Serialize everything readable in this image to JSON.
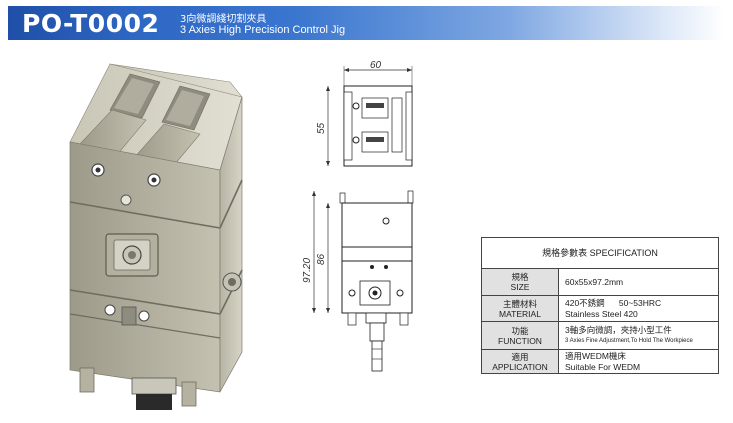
{
  "header": {
    "code": "PO-T0002",
    "title_cn": "3向微調綫切割夾具",
    "title_en": "3 Axies High Precision Control Jig"
  },
  "drawing": {
    "width_label": "60",
    "depth_label": "55",
    "height_label": "97.20",
    "body_height_label": "86"
  },
  "spec": {
    "title": "規格參數表  SPECIFICATION",
    "rows": [
      {
        "label_cn": "規格",
        "label_en": "SIZE",
        "value": "60x55x97.2mm"
      },
      {
        "label_cn": "主體材料",
        "label_en": "MATERIAL",
        "value_cn": "420不銹鋼      50~53HRC",
        "value_en": "Stainless Steel 420"
      },
      {
        "label_cn": "功能",
        "label_en": "FUNCTION",
        "value_cn": "3軸多向微調，夾持小型工件",
        "value_en": "3 Axies Fine Adjustment,To Hold The Workpiece"
      },
      {
        "label_cn": "適用",
        "label_en": "APPLICATION",
        "value_cn": "適用WEDM機床",
        "value_en": "Suitable For WEDM"
      }
    ]
  }
}
